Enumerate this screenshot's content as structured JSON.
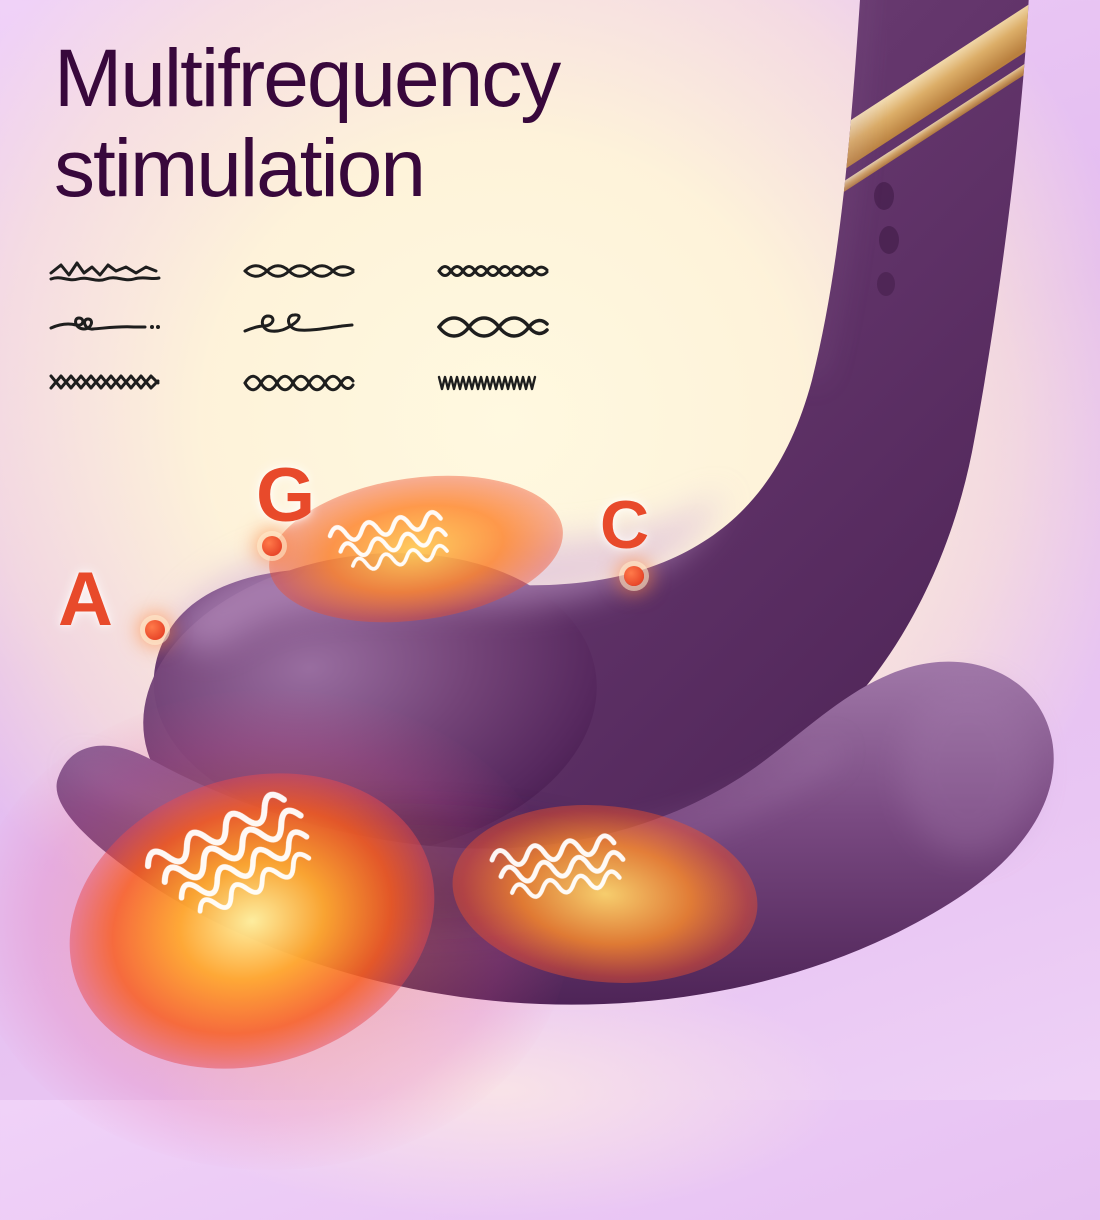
{
  "title": {
    "line1": "Multifrequency",
    "line2": "stimulation"
  },
  "vibration_patterns": [
    {
      "name": "variable-wave-pattern"
    },
    {
      "name": "loose-twist-pattern"
    },
    {
      "name": "fine-twist-pattern"
    },
    {
      "name": "knotted-wave-pattern"
    },
    {
      "name": "loop-wave-pattern"
    },
    {
      "name": "wide-helix-pattern"
    },
    {
      "name": "zigzag-cross-pattern"
    },
    {
      "name": "rope-twist-pattern"
    },
    {
      "name": "dense-pulse-pattern"
    }
  ],
  "stimulation_points": [
    {
      "label": "G"
    },
    {
      "label": "C"
    },
    {
      "label": "A"
    }
  ],
  "colors": {
    "background_lavender": "#e6c3f2",
    "glow_cream": "#fdf3d9",
    "device_purple": "#6b3a72",
    "device_shadow": "#3f1b46",
    "accent_gold": "#dcae68",
    "point_red": "#e84a2b",
    "heat_orange": "#ff8c28",
    "pattern_ink": "#1e1e1e",
    "title_text": "#38083c"
  }
}
